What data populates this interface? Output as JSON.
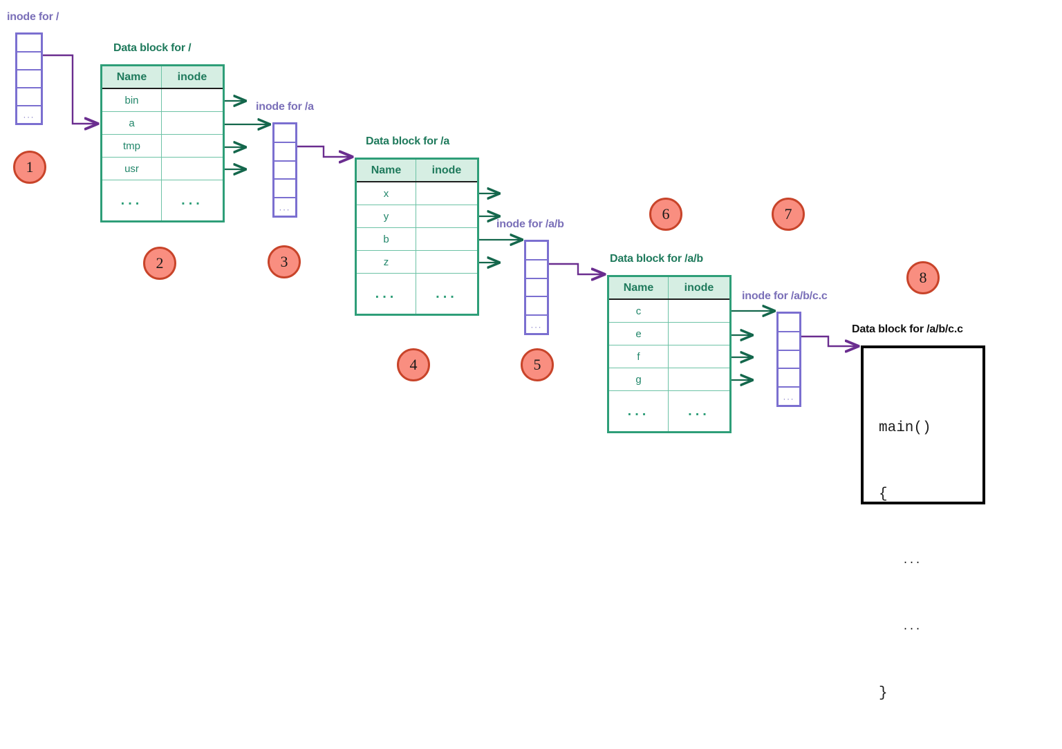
{
  "diagram": {
    "title": "inode / directory block path resolution",
    "colors": {
      "inode_purple": "#7a6fb8",
      "block_green": "#1f7a5c",
      "table_border": "#2e9e78",
      "header_fill": "#d6eee3",
      "circle_fill": "#f98e80",
      "circle_border": "#c8442a",
      "arrow_green": "#14674c",
      "arrow_purple": "#6a2d8f",
      "code_border": "#000000"
    }
  },
  "inode_blocks": [
    {
      "label": "inode for /",
      "cells": 5,
      "dots_cell_index": 4,
      "dots": "..."
    },
    {
      "label": "inode for /a",
      "cells": 5,
      "dots_cell_index": 4,
      "dots": "..."
    },
    {
      "label": "inode for /a/b",
      "cells": 5,
      "dots_cell_index": 4,
      "dots": "..."
    },
    {
      "label": "inode for /a/b/c.c",
      "cells": 5,
      "dots_cell_index": 4,
      "dots": "..."
    }
  ],
  "data_blocks": [
    {
      "title": "Data block for /",
      "headers": [
        "Name",
        "inode"
      ],
      "rows": [
        "bin",
        "a",
        "tmp",
        "usr"
      ],
      "ellipsis_row": [
        "...",
        "..."
      ]
    },
    {
      "title": "Data block for /a",
      "headers": [
        "Name",
        "inode"
      ],
      "rows": [
        "x",
        "y",
        "b",
        "z"
      ],
      "ellipsis_row": [
        "...",
        "..."
      ]
    },
    {
      "title": "Data block for /a/b",
      "headers": [
        "Name",
        "inode"
      ],
      "rows": [
        "c",
        "e",
        "f",
        "g"
      ],
      "ellipsis_row": [
        "...",
        "..."
      ]
    }
  ],
  "file_block": {
    "title": "Data block for /a/b/c.c",
    "code_lines": [
      "main()",
      "{",
      "...",
      "...",
      "}"
    ]
  },
  "steps": [
    {
      "n": "1"
    },
    {
      "n": "2"
    },
    {
      "n": "3"
    },
    {
      "n": "4"
    },
    {
      "n": "5"
    },
    {
      "n": "6"
    },
    {
      "n": "7"
    },
    {
      "n": "8"
    }
  ]
}
